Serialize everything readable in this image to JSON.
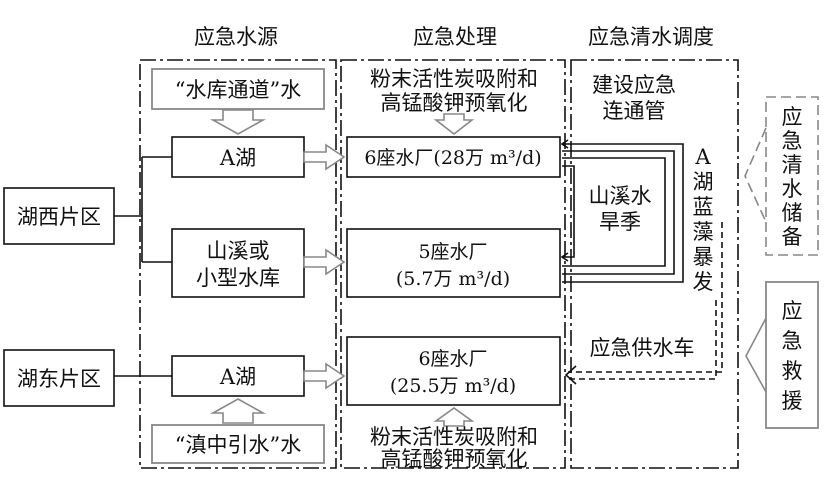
{
  "headers": {
    "emergency_source": "应急水源",
    "emergency_treatment": "应急处理",
    "emergency_dispatch": "应急清水调度"
  },
  "sources": {
    "reservoir_channel": "“水库通道”水",
    "lake_a_west": "A湖",
    "stream_reservoir_line1": "山溪或",
    "stream_reservoir_line2": "小型水库",
    "lake_a_east": "A湖",
    "dianzhong": "“滇中引水”水"
  },
  "regions": {
    "west": "湖西片区",
    "east": "湖东片区"
  },
  "treatment": {
    "pretreat_top_line1": "粉末活性炭吸附和",
    "pretreat_top_line2": "高锰酸钾预氧化",
    "plant1_label": "6座水厂(28万 m³/d)",
    "plant2_line1": "5座水厂",
    "plant2_line2": "(5.7万 m³/d)",
    "plant3_line1": "6座水厂",
    "plant3_line2": "(25.5万 m³/d)",
    "pretreat_bottom_line1": "粉末活性炭吸附和",
    "pretreat_bottom_line2": "高锰酸钾预氧化"
  },
  "dispatch": {
    "pipe_line1": "建设应急",
    "pipe_line2": "连通管",
    "dry_line1": "山溪水",
    "dry_line2": "旱季",
    "bloom_chars": [
      "A",
      "湖",
      "蓝",
      "藻",
      "暴",
      "发"
    ],
    "supply_truck": "应急供水车"
  },
  "side_boxes": {
    "storage_chars": [
      "应",
      "急",
      "清",
      "水",
      "储",
      "备"
    ],
    "rescue_chars": [
      "应",
      "急",
      "救",
      "援"
    ]
  }
}
